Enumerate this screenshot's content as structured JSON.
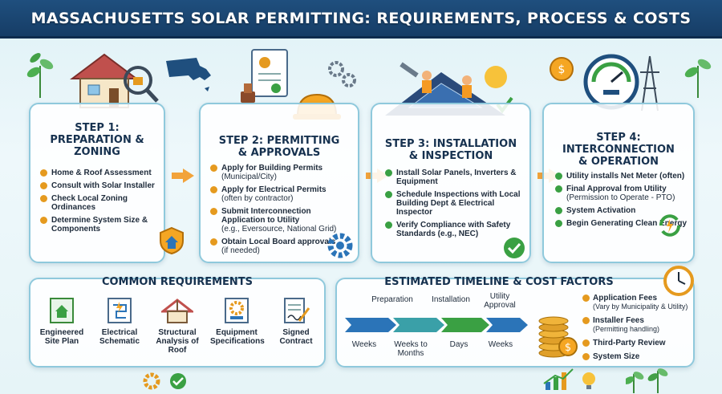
{
  "title": "MASSACHUSETTS SOLAR PERMITTING: REQUIREMENTS, PROCESS & COSTS",
  "steps": [
    {
      "title": "STEP 1:\nPREPARATION &\nZONING",
      "items": [
        {
          "main": "Home & Roof Assessment",
          "sub": ""
        },
        {
          "main": "Consult with Solar Installer",
          "sub": ""
        },
        {
          "main": "Check Local Zoning Ordinances",
          "sub": ""
        },
        {
          "main": "Determine System Size & Components",
          "sub": ""
        }
      ]
    },
    {
      "title": "STEP 2: PERMITTING\n& APPROVALS",
      "items": [
        {
          "main": "Apply for Building Permits",
          "sub": "(Municipal/City)"
        },
        {
          "main": "Apply for Electrical Permits",
          "sub": "(often by contractor)"
        },
        {
          "main": "Submit Interconnection Application to Utility",
          "sub": "(e.g., Eversource, National Grid)"
        },
        {
          "main": "Obtain Local Board approvals",
          "sub": "(if needed)"
        }
      ]
    },
    {
      "title": "STEP 3: INSTALLATION\n& INSPECTION",
      "items": [
        {
          "main": "Install Solar Panels, Inverters & Equipment",
          "sub": ""
        },
        {
          "main": "Schedule Inspections with Local Building Dept & Electrical Inspector",
          "sub": ""
        },
        {
          "main": "Verify Compliance with Safety Standards (e.g., NEC)",
          "sub": ""
        }
      ]
    },
    {
      "title": "STEP 4:\nINTERCONNECTION\n& OPERATION",
      "items": [
        {
          "main": "Utility installs Net Meter (often)",
          "sub": ""
        },
        {
          "main": "Final Approval from Utility",
          "sub": "(Permission to Operate - PTO)"
        },
        {
          "main": "System Activation",
          "sub": ""
        },
        {
          "main": "Begin Generating Clean Energy",
          "sub": ""
        }
      ]
    }
  ],
  "requirements": {
    "title": "COMMON REQUIREMENTS",
    "items": [
      "Engineered Site Plan",
      "Electrical Schematic",
      "Structural Analysis of Roof",
      "Equipment Specifications",
      "Signed Contract"
    ]
  },
  "timeline": {
    "title": "ESTIMATED TIMELINE & COST FACTORS",
    "phases": [
      "Preparation",
      "Installation",
      "Utility Approval"
    ],
    "durations": [
      "Weeks",
      "Weeks to Months",
      "Days",
      "Weeks"
    ],
    "costs": [
      {
        "main": "Application Fees",
        "sub": "(Vary by Municipality & Utility)"
      },
      {
        "main": "Installer Fees",
        "sub": "(Permitting handling)"
      },
      {
        "main": "Third-Party Review",
        "sub": ""
      },
      {
        "main": "System Size",
        "sub": ""
      }
    ]
  },
  "colors": {
    "header": "#1f4f7e",
    "card_border": "#8fc9dc",
    "orange": "#e59a1f",
    "green": "#3aa043",
    "blue": "#2b74b8"
  }
}
